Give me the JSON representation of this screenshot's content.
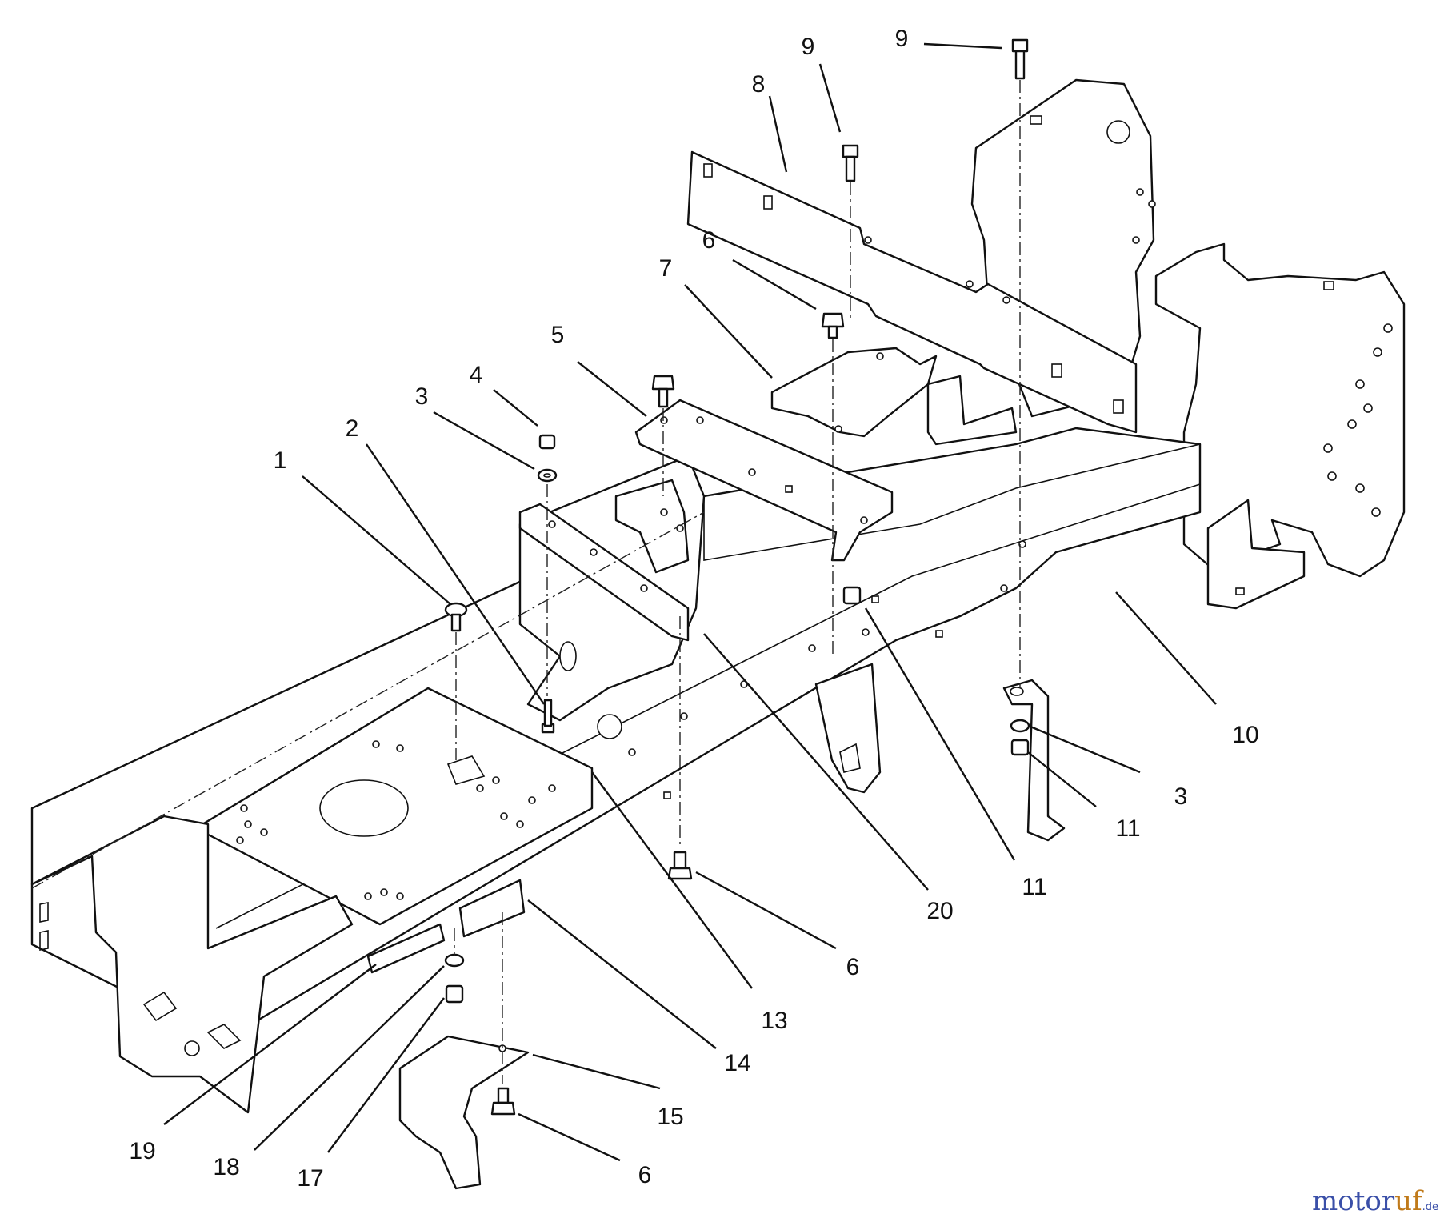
{
  "callouts": [
    {
      "key": "c1",
      "label": "1"
    },
    {
      "key": "c2",
      "label": "2"
    },
    {
      "key": "c3a",
      "label": "3"
    },
    {
      "key": "c4",
      "label": "4"
    },
    {
      "key": "c5",
      "label": "5"
    },
    {
      "key": "c7",
      "label": "7"
    },
    {
      "key": "c6a",
      "label": "6"
    },
    {
      "key": "c8",
      "label": "8"
    },
    {
      "key": "c9a",
      "label": "9"
    },
    {
      "key": "c9b",
      "label": "9"
    },
    {
      "key": "c10",
      "label": "10"
    },
    {
      "key": "c3b",
      "label": "3"
    },
    {
      "key": "c11a",
      "label": "11"
    },
    {
      "key": "c11b",
      "label": "11"
    },
    {
      "key": "c20",
      "label": "20"
    },
    {
      "key": "c6b",
      "label": "6"
    },
    {
      "key": "c13",
      "label": "13"
    },
    {
      "key": "c14",
      "label": "14"
    },
    {
      "key": "c15",
      "label": "15"
    },
    {
      "key": "c6c",
      "label": "6"
    },
    {
      "key": "c17",
      "label": "17"
    },
    {
      "key": "c18",
      "label": "18"
    },
    {
      "key": "c19",
      "label": "19"
    }
  ],
  "watermark": {
    "part_a": "motor",
    "part_b": "uf",
    "suffix": ".de"
  }
}
